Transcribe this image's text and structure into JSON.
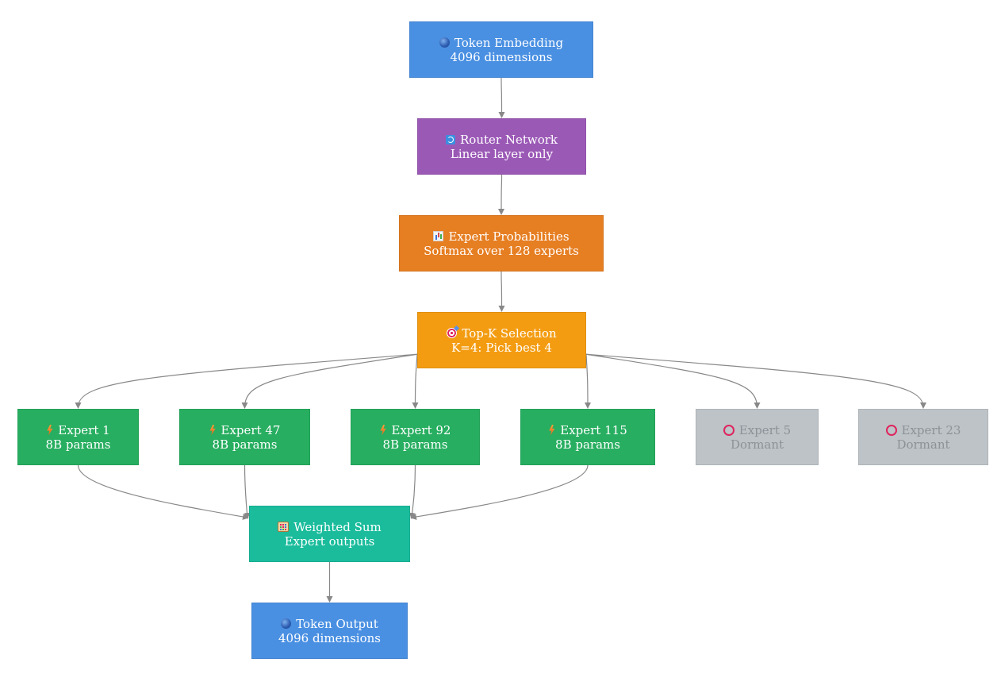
{
  "colors": {
    "io": "#4a90e2",
    "router": "#9b59b6",
    "probabilities": "#e67e22",
    "selection": "#f39c12",
    "expert_active": "#27ae60",
    "expert_dormant": "#bdc3c7",
    "sum": "#1abc9c",
    "edge": "#888888"
  },
  "nodes": {
    "token_embedding": {
      "icon": "globe-icon",
      "title": "Token Embedding",
      "subtitle": "4096 dimensions"
    },
    "router_network": {
      "icon": "cycle-icon",
      "title": "Router Network",
      "subtitle": "Linear layer only"
    },
    "expert_probabilities": {
      "icon": "bar-chart-icon",
      "title": "Expert Probabilities",
      "subtitle": "Softmax over 128 experts"
    },
    "topk_selection": {
      "icon": "target-icon",
      "title": "Top-K Selection",
      "subtitle": "K=4: Pick best 4"
    },
    "expert_1": {
      "icon": "lightning-icon",
      "title": "Expert 1",
      "subtitle": "8B params"
    },
    "expert_47": {
      "icon": "lightning-icon",
      "title": "Expert 47",
      "subtitle": "8B params"
    },
    "expert_92": {
      "icon": "lightning-icon",
      "title": "Expert 92",
      "subtitle": "8B params"
    },
    "expert_115": {
      "icon": "lightning-icon",
      "title": "Expert 115",
      "subtitle": "8B params"
    },
    "expert_5": {
      "icon": "ring-icon",
      "title": "Expert 5",
      "subtitle": "Dormant"
    },
    "expert_23": {
      "icon": "ring-icon",
      "title": "Expert 23",
      "subtitle": "Dormant"
    },
    "weighted_sum": {
      "icon": "abacus-icon",
      "title": "Weighted Sum",
      "subtitle": "Expert outputs"
    },
    "token_output": {
      "icon": "globe-icon",
      "title": "Token Output",
      "subtitle": "4096 dimensions"
    }
  },
  "edges": [
    [
      "token_embedding",
      "router_network"
    ],
    [
      "router_network",
      "expert_probabilities"
    ],
    [
      "expert_probabilities",
      "topk_selection"
    ],
    [
      "topk_selection",
      "expert_1"
    ],
    [
      "topk_selection",
      "expert_47"
    ],
    [
      "topk_selection",
      "expert_92"
    ],
    [
      "topk_selection",
      "expert_115"
    ],
    [
      "topk_selection",
      "expert_5"
    ],
    [
      "topk_selection",
      "expert_23"
    ],
    [
      "expert_1",
      "weighted_sum"
    ],
    [
      "expert_47",
      "weighted_sum"
    ],
    [
      "expert_92",
      "weighted_sum"
    ],
    [
      "expert_115",
      "weighted_sum"
    ],
    [
      "weighted_sum",
      "token_output"
    ]
  ]
}
